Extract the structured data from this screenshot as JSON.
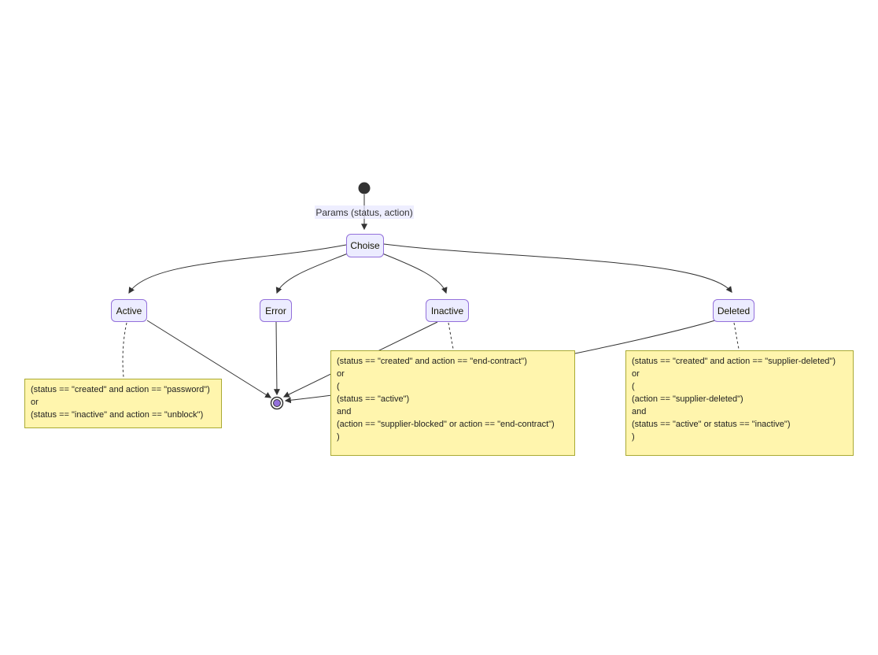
{
  "diagram": {
    "type": "state-diagram",
    "edge_label": "Params (status, action)",
    "nodes": {
      "choise": {
        "label": "Choise"
      },
      "active": {
        "label": "Active"
      },
      "error": {
        "label": "Error"
      },
      "inactive": {
        "label": "Inactive"
      },
      "deleted": {
        "label": "Deleted"
      }
    },
    "notes": {
      "active": {
        "text": "(status == \"created\" and action == \"password\")\nor\n(status == \"inactive\" and action == \"unblock\")"
      },
      "inactive": {
        "text": "(status == \"created\" and action == \"end-contract\")\nor\n(\n(status == \"active\")\nand\n(action == \"supplier-blocked\" or action == \"end-contract\")\n)"
      },
      "deleted": {
        "text": "(status == \"created\" and action == \"supplier-deleted\")\nor\n(\n(action == \"supplier-deleted\")\nand\n(status == \"active\" or status == \"inactive\")\n)"
      }
    },
    "edges": [
      {
        "from": "start",
        "to": "Choise",
        "label": "Params (status, action)",
        "style": "solid-arrow"
      },
      {
        "from": "Choise",
        "to": "Active",
        "style": "solid-arrow"
      },
      {
        "from": "Choise",
        "to": "Error",
        "style": "solid-arrow"
      },
      {
        "from": "Choise",
        "to": "Inactive",
        "style": "solid-arrow"
      },
      {
        "from": "Choise",
        "to": "Deleted",
        "style": "solid-arrow"
      },
      {
        "from": "Active",
        "to": "end",
        "style": "solid-arrow"
      },
      {
        "from": "Error",
        "to": "end",
        "style": "solid-arrow"
      },
      {
        "from": "Inactive",
        "to": "end",
        "style": "solid-arrow"
      },
      {
        "from": "Deleted",
        "to": "end",
        "style": "solid-arrow"
      },
      {
        "from": "Active",
        "to": "note-active",
        "style": "dashed"
      },
      {
        "from": "Inactive",
        "to": "note-inactive",
        "style": "dashed"
      },
      {
        "from": "Deleted",
        "to": "note-deleted",
        "style": "dashed"
      }
    ],
    "colors": {
      "state_fill": "#ECECFF",
      "state_border": "#9370DB",
      "note_fill": "#FFF5AD",
      "note_border": "#AAAA33",
      "edge_stroke": "#333333",
      "start_node_fill": "#333333",
      "end_node_inner_fill": "#9370DB",
      "edge_label_bg": "#E8E8FF"
    }
  }
}
